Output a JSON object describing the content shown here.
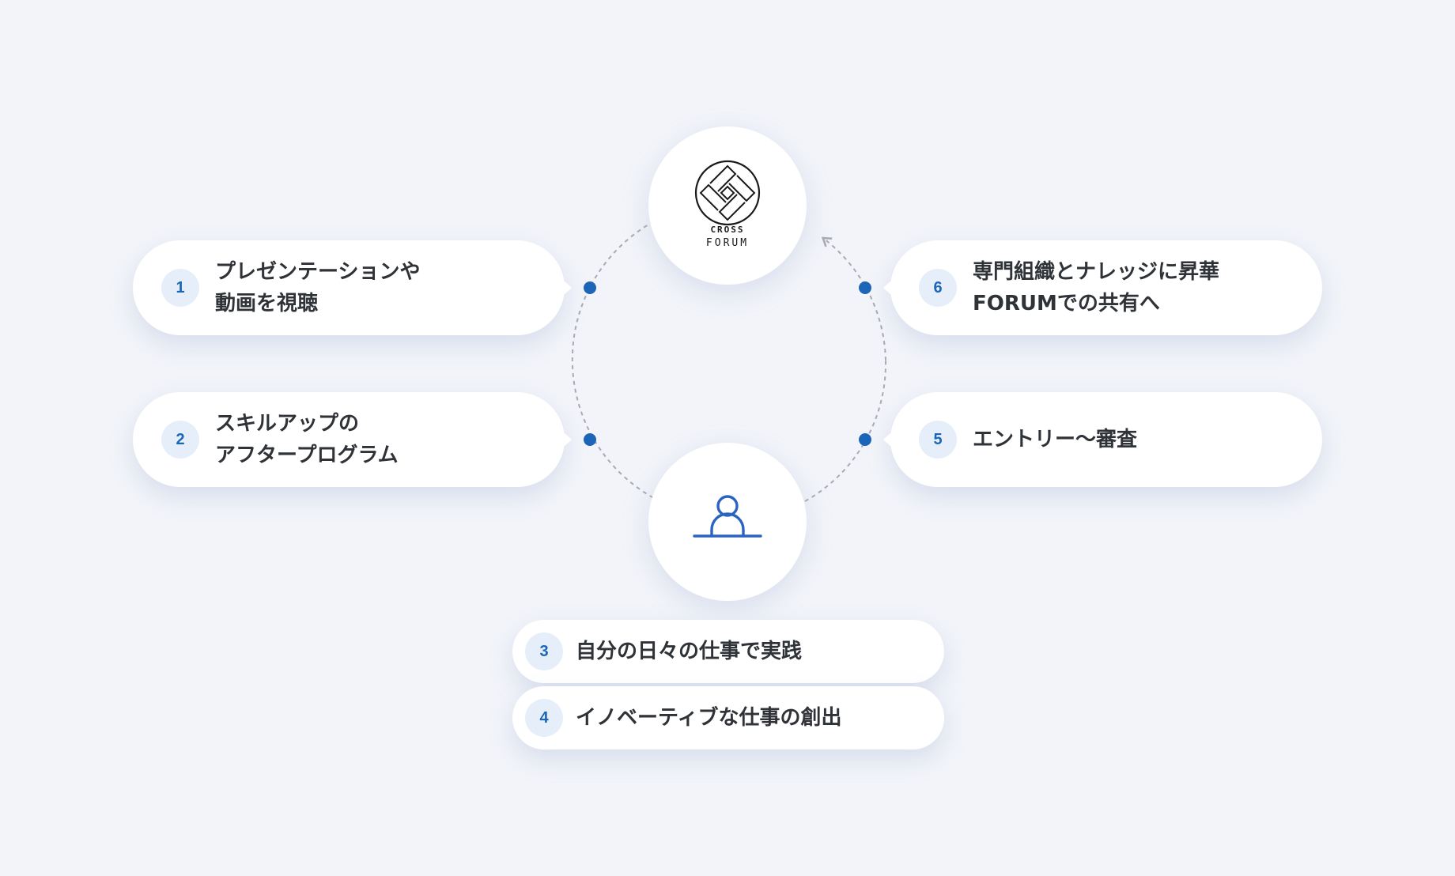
{
  "brand": {
    "logo_line1": "CROSS",
    "logo_line2": "FORUM",
    "logo_icon": "cross-forum-logo-mark"
  },
  "hub_icon": "person-icon",
  "colors": {
    "background": "#f2f4f9",
    "accent_blue": "#1c66b8",
    "badge_bg": "#e6eff9",
    "text": "#2f3338",
    "dash": "#a8abb2"
  },
  "steps": [
    {
      "number": "1",
      "line1": "プレゼンテーションや",
      "line2": "動画を視聴"
    },
    {
      "number": "2",
      "line1": "スキルアップの",
      "line2": "アフタープログラム"
    },
    {
      "number": "3",
      "line1": "自分の日々の仕事で実践"
    },
    {
      "number": "4",
      "line1": "イノベーティブな仕事の創出"
    },
    {
      "number": "5",
      "line1": "エントリー〜審査"
    },
    {
      "number": "6",
      "line1": "専門組織とナレッジに昇華",
      "line2": "FORUMでの共有へ"
    }
  ]
}
